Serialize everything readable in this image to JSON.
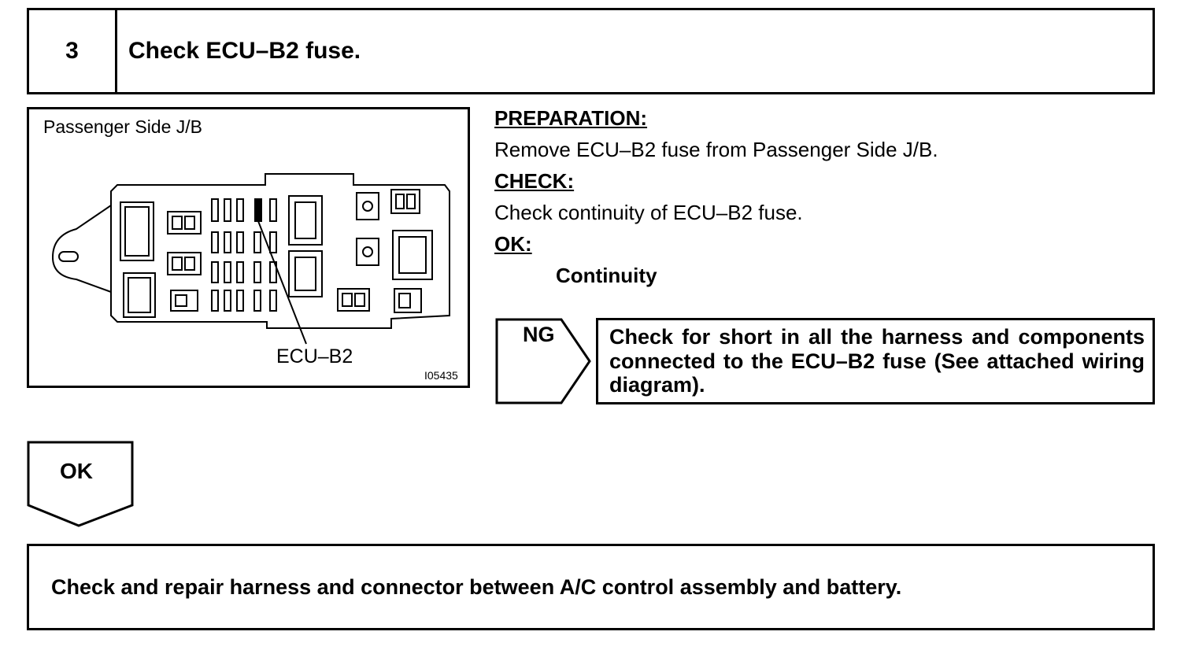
{
  "step": {
    "number": "3",
    "title": "Check ECU–B2 fuse."
  },
  "diagram": {
    "title": "Passenger Side J/B",
    "callout_label": "ECU–B2",
    "figure_id": "I05435"
  },
  "preparation": {
    "heading": "PREPARATION:",
    "text": "Remove ECU–B2 fuse from Passenger Side J/B."
  },
  "check": {
    "heading": "CHECK:",
    "text": "Check continuity of ECU–B2 fuse."
  },
  "ok_criteria": {
    "heading": "OK:",
    "result": "Continuity"
  },
  "ng_branch": {
    "label": "NG",
    "action": "Check for short in all the harness and components connected to the ECU–B2 fuse (See attached wiring diagram)."
  },
  "ok_branch": {
    "label": "OK",
    "action": "Check and repair harness and connector between A/C control assembly and battery."
  }
}
